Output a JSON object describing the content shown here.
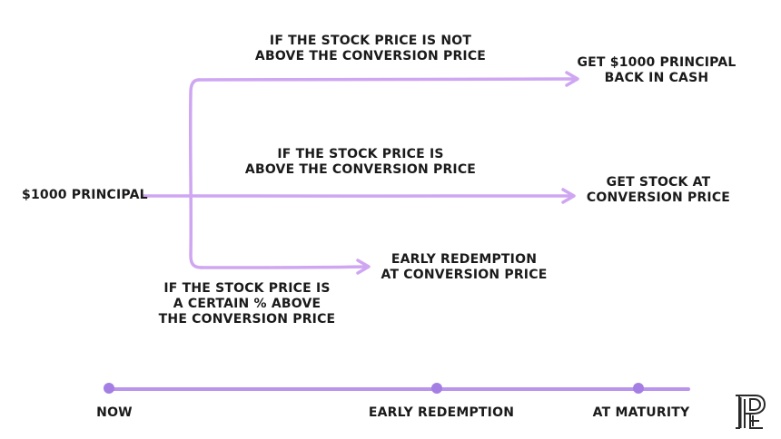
{
  "source": "$1000 PRINCIPAL",
  "branches": {
    "not_above": {
      "condition": "IF THE STOCK PRICE IS NOT\nABOVE THE CONVERSION PRICE",
      "outcome": "GET $1000 PRINCIPAL\nBACK IN CASH"
    },
    "above": {
      "condition": "IF THE STOCK PRICE IS\nABOVE THE CONVERSION PRICE",
      "outcome": "GET STOCK AT\nCONVERSION PRICE"
    },
    "certain_above": {
      "condition": "IF THE STOCK PRICE IS\nA CERTAIN % ABOVE\nTHE CONVERSION PRICE",
      "outcome": "EARLY REDEMPTION\nAT CONVERSION PRICE"
    }
  },
  "timeline": [
    "NOW",
    "EARLY REDEMPTION",
    "AT MATURITY"
  ],
  "colors": {
    "arrow": "#cfa6f2",
    "timeline": "#b993ec",
    "dot": "#a57ee3",
    "text": "#1a1a1a"
  },
  "logo_icon": "publisher-monogram-logo"
}
